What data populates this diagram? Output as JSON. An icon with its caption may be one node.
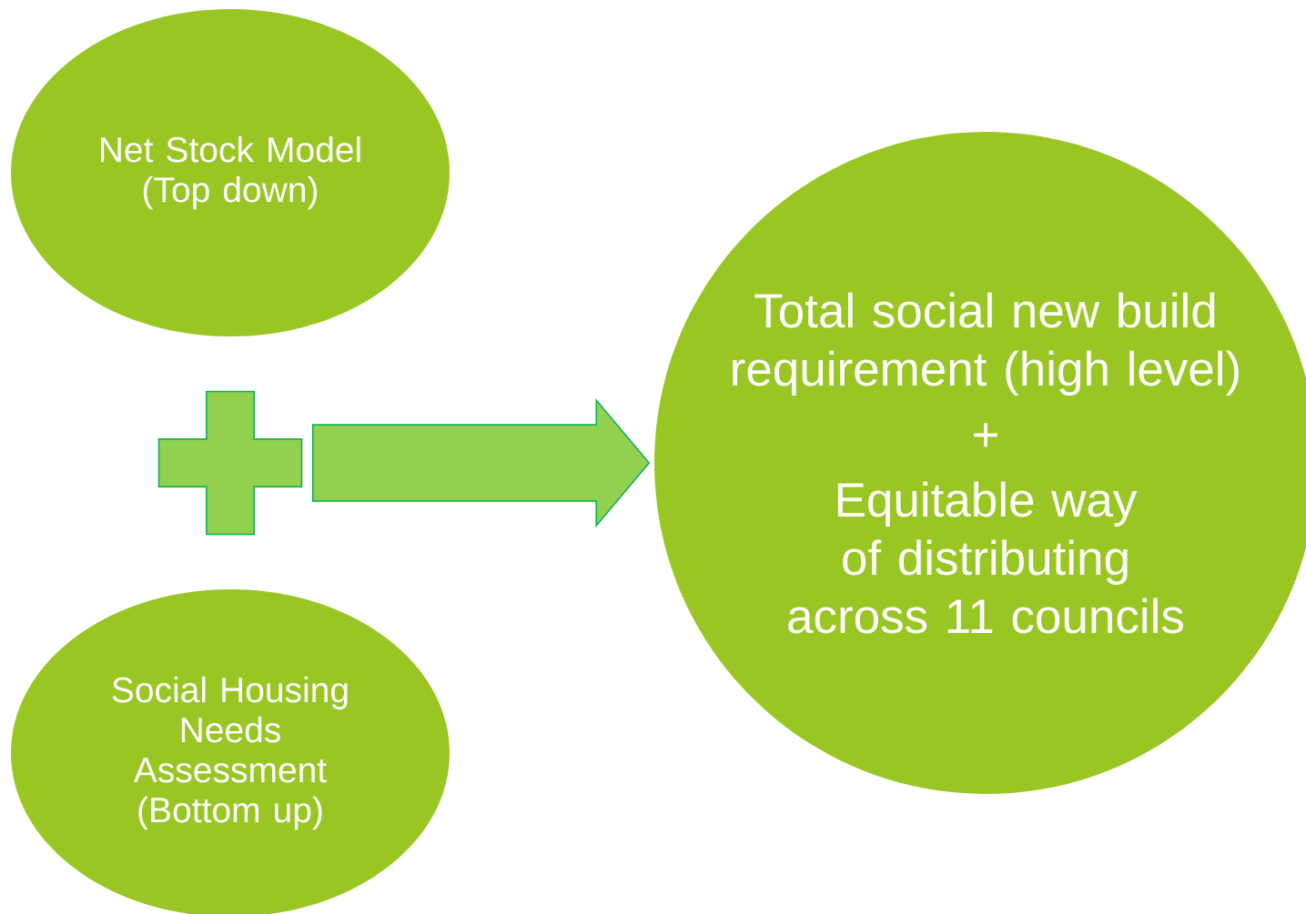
{
  "diagram": {
    "nodes": [
      {
        "text": [
          "Net Stock Model (Top down)"
        ]
      },
      {
        "text": [],
        "shape": "plus"
      },
      {
        "text": [
          "Social Housing Needs Assessment (Bottom up)"
        ]
      },
      {
        "text": [
          "Total social new build requirement (high level)",
          "+",
          "Equitable way of distributing across 11 councils"
        ]
      }
    ],
    "edges": [
      {
        "from": 1,
        "to": 3,
        "arrow": "to"
      }
    ]
  }
}
